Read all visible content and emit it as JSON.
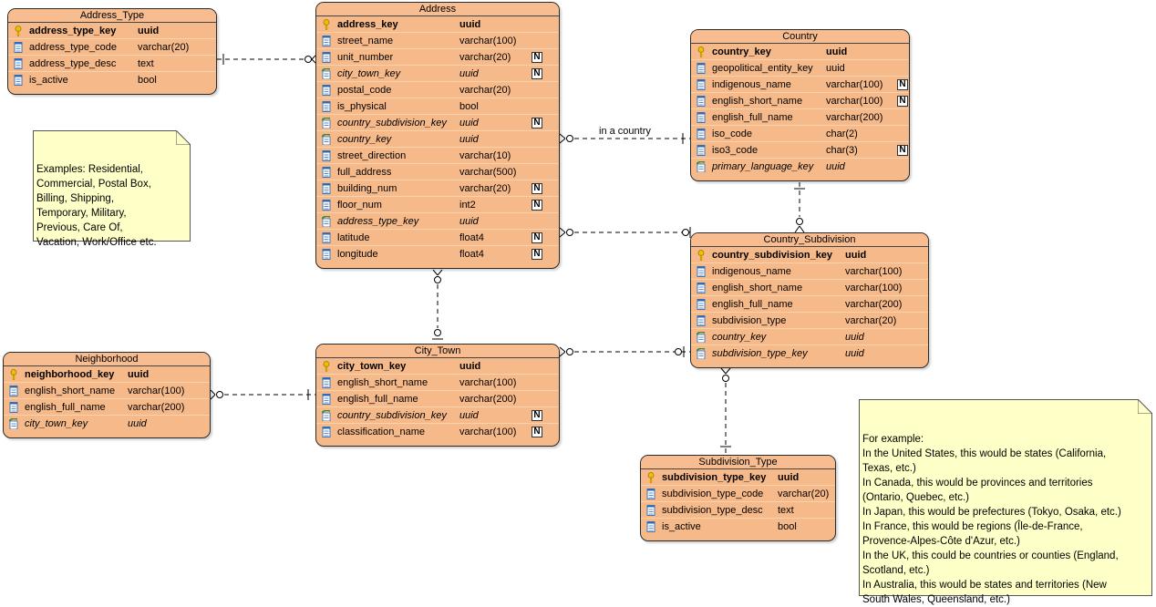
{
  "entities": {
    "address_type": {
      "title": "Address_Type",
      "columns": [
        {
          "name": "address_type_key",
          "type": "uuid",
          "kind": "pk",
          "nullable": false
        },
        {
          "name": "address_type_code",
          "type": "varchar(20)",
          "kind": "col",
          "nullable": false
        },
        {
          "name": "address_type_desc",
          "type": "text",
          "kind": "col",
          "nullable": false
        },
        {
          "name": "is_active",
          "type": "bool",
          "kind": "col",
          "nullable": false
        }
      ]
    },
    "address": {
      "title": "Address",
      "columns": [
        {
          "name": "address_key",
          "type": "uuid",
          "kind": "pk",
          "nullable": false
        },
        {
          "name": "street_name",
          "type": "varchar(100)",
          "kind": "col",
          "nullable": false
        },
        {
          "name": "unit_number",
          "type": "varchar(20)",
          "kind": "col",
          "nullable": true
        },
        {
          "name": "city_town_key",
          "type": "uuid",
          "kind": "fk",
          "nullable": true
        },
        {
          "name": "postal_code",
          "type": "varchar(20)",
          "kind": "col",
          "nullable": false
        },
        {
          "name": "is_physical",
          "type": "bool",
          "kind": "col",
          "nullable": false
        },
        {
          "name": "country_subdivision_key",
          "type": "uuid",
          "kind": "fk",
          "nullable": true
        },
        {
          "name": "country_key",
          "type": "uuid",
          "kind": "fk",
          "nullable": false
        },
        {
          "name": "street_direction",
          "type": "varchar(10)",
          "kind": "col",
          "nullable": false
        },
        {
          "name": "full_address",
          "type": "varchar(500)",
          "kind": "col",
          "nullable": false
        },
        {
          "name": "building_num",
          "type": "varchar(20)",
          "kind": "col",
          "nullable": true
        },
        {
          "name": "floor_num",
          "type": "int2",
          "kind": "col",
          "nullable": true
        },
        {
          "name": "address_type_key",
          "type": "uuid",
          "kind": "fk",
          "nullable": false
        },
        {
          "name": "latitude",
          "type": "float4",
          "kind": "col",
          "nullable": true
        },
        {
          "name": "longitude",
          "type": "float4",
          "kind": "col",
          "nullable": true
        }
      ]
    },
    "country": {
      "title": "Country",
      "columns": [
        {
          "name": "country_key",
          "type": "uuid",
          "kind": "pk",
          "nullable": false
        },
        {
          "name": "geopolitical_entity_key",
          "type": "uuid",
          "kind": "col",
          "nullable": false
        },
        {
          "name": "indigenous_name",
          "type": "varchar(100)",
          "kind": "col",
          "nullable": true
        },
        {
          "name": "english_short_name",
          "type": "varchar(100)",
          "kind": "col",
          "nullable": true
        },
        {
          "name": "english_full_name",
          "type": "varchar(200)",
          "kind": "col",
          "nullable": false
        },
        {
          "name": "iso_code",
          "type": "char(2)",
          "kind": "col",
          "nullable": false
        },
        {
          "name": "iso3_code",
          "type": "char(3)",
          "kind": "col",
          "nullable": true
        },
        {
          "name": "primary_language_key",
          "type": "uuid",
          "kind": "fk",
          "nullable": false
        }
      ]
    },
    "country_subdivision": {
      "title": "Country_Subdivision",
      "columns": [
        {
          "name": "country_subdivision_key",
          "type": "uuid",
          "kind": "pk",
          "nullable": false
        },
        {
          "name": "indigenous_name",
          "type": "varchar(100)",
          "kind": "col",
          "nullable": false
        },
        {
          "name": "english_short_name",
          "type": "varchar(100)",
          "kind": "col",
          "nullable": false
        },
        {
          "name": "english_full_name",
          "type": "varchar(200)",
          "kind": "col",
          "nullable": false
        },
        {
          "name": "subdivision_type",
          "type": "varchar(20)",
          "kind": "col",
          "nullable": false
        },
        {
          "name": "country_key",
          "type": "uuid",
          "kind": "fk",
          "nullable": false
        },
        {
          "name": "subdivision_type_key",
          "type": "uuid",
          "kind": "fk",
          "nullable": false
        }
      ]
    },
    "neighborhood": {
      "title": "Neighborhood",
      "columns": [
        {
          "name": "neighborhood_key",
          "type": "uuid",
          "kind": "pk",
          "nullable": false
        },
        {
          "name": "english_short_name",
          "type": "varchar(100)",
          "kind": "col",
          "nullable": false
        },
        {
          "name": "english_full_name",
          "type": "varchar(200)",
          "kind": "col",
          "nullable": false
        },
        {
          "name": "city_town_key",
          "type": "uuid",
          "kind": "fk",
          "nullable": false
        }
      ]
    },
    "city_town": {
      "title": "City_Town",
      "columns": [
        {
          "name": "city_town_key",
          "type": "uuid",
          "kind": "pk",
          "nullable": false
        },
        {
          "name": "english_short_name",
          "type": "varchar(100)",
          "kind": "col",
          "nullable": false
        },
        {
          "name": "english_full_name",
          "type": "varchar(200)",
          "kind": "col",
          "nullable": false
        },
        {
          "name": "country_subdivision_key",
          "type": "uuid",
          "kind": "fk",
          "nullable": true
        },
        {
          "name": "classification_name",
          "type": "varchar(100)",
          "kind": "col",
          "nullable": true
        }
      ]
    },
    "subdivision_type": {
      "title": "Subdivision_Type",
      "columns": [
        {
          "name": "subdivision_type_key",
          "type": "uuid",
          "kind": "pk",
          "nullable": false
        },
        {
          "name": "subdivision_type_code",
          "type": "varchar(20)",
          "kind": "col",
          "nullable": false
        },
        {
          "name": "subdivision_type_desc",
          "type": "text",
          "kind": "col",
          "nullable": false
        },
        {
          "name": "is_active",
          "type": "bool",
          "kind": "col",
          "nullable": false
        }
      ]
    }
  },
  "notes": {
    "address_type_examples": "Examples: Residential,\nCommercial, Postal Box,\nBilling, Shipping,\nTemporary, Military,\nPrevious, Care Of,\nVacation, Work/Office etc.",
    "subdivision_examples": "For example:\nIn the United States, this would be states (California,\nTexas, etc.)\nIn Canada, this would be provinces and territories\n(Ontario, Quebec, etc.)\nIn Japan, this would be prefectures (Tokyo, Osaka, etc.)\nIn France, this would be regions (Île-de-France,\nProvence-Alpes-Côte d'Azur, etc.)\nIn the UK, this could be countries or counties (England,\nScotland, etc.)\nIn Australia, this would be states and territories (New\nSouth Wales, Queensland, etc.)"
  },
  "relationships": {
    "address_country_label": "in a country"
  },
  "null_marker": "N",
  "colors": {
    "entity_fill": "#f6b98a",
    "note_fill": "#ffffc8",
    "pk_key": "#e8b400",
    "column_icon": "#2a6ab8",
    "fk_icon": "#2f8a3c"
  },
  "icons": {
    "pk": "key-icon",
    "column": "column-icon",
    "fk": "foreign-key-icon",
    "nullable": "nullable-badge"
  }
}
